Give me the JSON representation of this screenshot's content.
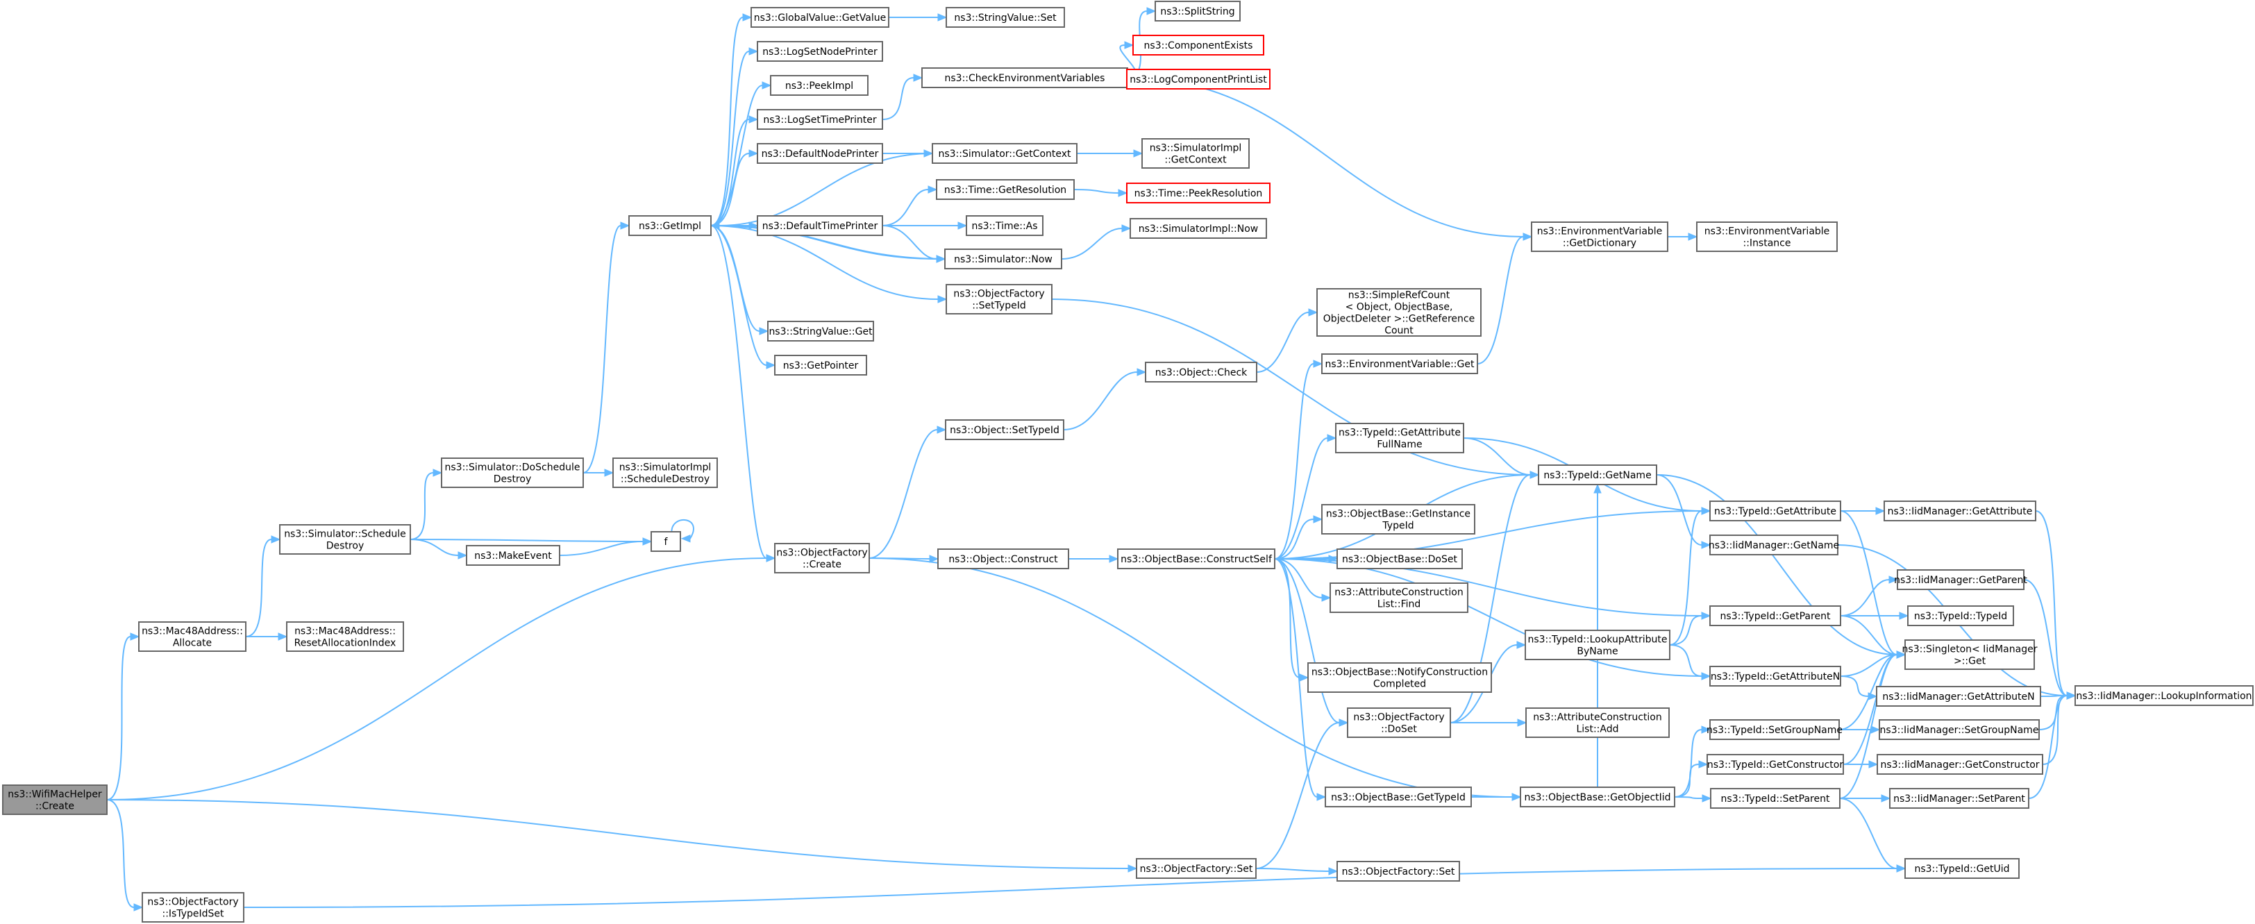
{
  "colors": {
    "edge": "#63b8ff",
    "node_border": "#666666",
    "node_fill": "#ffffff",
    "root_fill": "#999999",
    "truncated_border": "#ff0000"
  },
  "nodes": [
    {
      "id": "root",
      "lines": [
        "ns3::WifiMacHelper",
        "::Create"
      ],
      "style": "root"
    },
    {
      "id": "mac48alloc",
      "lines": [
        "ns3::Mac48Address::",
        "Allocate"
      ]
    },
    {
      "id": "mac48reset",
      "lines": [
        "ns3::Mac48Address::",
        "ResetAllocationIndex"
      ]
    },
    {
      "id": "ofIsTypeIdSet",
      "lines": [
        "ns3::ObjectFactory",
        "::IsTypeIdSet"
      ]
    },
    {
      "id": "schedDestroy",
      "lines": [
        "ns3::Simulator::Schedule",
        "Destroy"
      ]
    },
    {
      "id": "doSchedDestroy",
      "lines": [
        "ns3::Simulator::DoSchedule",
        "Destroy"
      ]
    },
    {
      "id": "simImplSchedDestroy",
      "lines": [
        "ns3::SimulatorImpl",
        "::ScheduleDestroy"
      ]
    },
    {
      "id": "makeEvent",
      "lines": [
        "ns3::MakeEvent"
      ]
    },
    {
      "id": "f",
      "lines": [
        "f"
      ]
    },
    {
      "id": "getImpl",
      "lines": [
        "ns3::GetImpl"
      ]
    },
    {
      "id": "gvGetValue",
      "lines": [
        "ns3::GlobalValue::GetValue"
      ]
    },
    {
      "id": "svSet",
      "lines": [
        "ns3::StringValue::Set"
      ]
    },
    {
      "id": "logSetNodePrinter",
      "lines": [
        "ns3::LogSetNodePrinter"
      ]
    },
    {
      "id": "peekImpl",
      "lines": [
        "ns3::PeekImpl"
      ]
    },
    {
      "id": "logSetTimePrinter",
      "lines": [
        "ns3::LogSetTimePrinter"
      ]
    },
    {
      "id": "defNodePrinter",
      "lines": [
        "ns3::DefaultNodePrinter"
      ]
    },
    {
      "id": "defTimePrinter",
      "lines": [
        "ns3::DefaultTimePrinter"
      ]
    },
    {
      "id": "ofSetTypeId",
      "lines": [
        "ns3::ObjectFactory",
        "::SetTypeId"
      ]
    },
    {
      "id": "svGet",
      "lines": [
        "ns3::StringValue::Get"
      ]
    },
    {
      "id": "getPointer",
      "lines": [
        "ns3::GetPointer"
      ]
    },
    {
      "id": "checkEnvVars",
      "lines": [
        "ns3::CheckEnvironmentVariables"
      ]
    },
    {
      "id": "splitString",
      "lines": [
        "ns3::SplitString"
      ]
    },
    {
      "id": "compExists",
      "lines": [
        "ns3::ComponentExists"
      ],
      "style": "trunc"
    },
    {
      "id": "logCompPrintList",
      "lines": [
        "ns3::LogComponentPrintList"
      ],
      "style": "trunc"
    },
    {
      "id": "simGetContext",
      "lines": [
        "ns3::Simulator::GetContext"
      ]
    },
    {
      "id": "simImplGetContext",
      "lines": [
        "ns3::SimulatorImpl",
        "::GetContext"
      ]
    },
    {
      "id": "timeGetRes",
      "lines": [
        "ns3::Time::GetResolution"
      ]
    },
    {
      "id": "timePeekRes",
      "lines": [
        "ns3::Time::PeekResolution"
      ],
      "style": "trunc"
    },
    {
      "id": "timeAs",
      "lines": [
        "ns3::Time::As"
      ]
    },
    {
      "id": "simNow",
      "lines": [
        "ns3::Simulator::Now"
      ]
    },
    {
      "id": "simImplNow",
      "lines": [
        "ns3::SimulatorImpl::Now"
      ]
    },
    {
      "id": "envVarGetDict",
      "lines": [
        "ns3::EnvironmentVariable",
        "::GetDictionary"
      ]
    },
    {
      "id": "envVarInstance",
      "lines": [
        "ns3::EnvironmentVariable",
        "::Instance"
      ]
    },
    {
      "id": "ofCreate",
      "lines": [
        "ns3::ObjectFactory",
        "::Create"
      ]
    },
    {
      "id": "objSetTypeId",
      "lines": [
        "ns3::Object::SetTypeId"
      ]
    },
    {
      "id": "objCheck",
      "lines": [
        "ns3::Object::Check"
      ]
    },
    {
      "id": "simpleRefCount",
      "lines": [
        "ns3::SimpleRefCount",
        "< Object, ObjectBase,",
        "ObjectDeleter >::GetReference",
        "Count"
      ]
    },
    {
      "id": "objConstruct",
      "lines": [
        "ns3::Object::Construct"
      ]
    },
    {
      "id": "obConstructSelf",
      "lines": [
        "ns3::ObjectBase::ConstructSelf"
      ]
    },
    {
      "id": "envVarGet",
      "lines": [
        "ns3::EnvironmentVariable::Get"
      ]
    },
    {
      "id": "tidGetAttrFullName",
      "lines": [
        "ns3::TypeId::GetAttribute",
        "FullName"
      ]
    },
    {
      "id": "obGetInstTypeId",
      "lines": [
        "ns3::ObjectBase::GetInstance",
        "TypeId"
      ]
    },
    {
      "id": "obDoSet",
      "lines": [
        "ns3::ObjectBase::DoSet"
      ]
    },
    {
      "id": "acListFind",
      "lines": [
        "ns3::AttributeConstruction",
        "List::Find"
      ]
    },
    {
      "id": "obNotifyConstCompleted",
      "lines": [
        "ns3::ObjectBase::NotifyConstruction",
        "Completed"
      ]
    },
    {
      "id": "ofDoSet",
      "lines": [
        "ns3::ObjectFactory",
        "::DoSet"
      ]
    },
    {
      "id": "obGetTypeId",
      "lines": [
        "ns3::ObjectBase::GetTypeId"
      ]
    },
    {
      "id": "tidGetName",
      "lines": [
        "ns3::TypeId::GetName"
      ]
    },
    {
      "id": "tidLookupAttrByName",
      "lines": [
        "ns3::TypeId::LookupAttribute",
        "ByName"
      ]
    },
    {
      "id": "acListAdd",
      "lines": [
        "ns3::AttributeConstruction",
        "List::Add"
      ]
    },
    {
      "id": "obGetObjectIid",
      "lines": [
        "ns3::ObjectBase::GetObjectIid"
      ]
    },
    {
      "id": "ofSet",
      "lines": [
        "ns3::ObjectFactory::Set"
      ]
    },
    {
      "id": "ofSet2",
      "lines": [
        "ns3::ObjectFactory::Set"
      ]
    },
    {
      "id": "tidGetAttribute",
      "lines": [
        "ns3::TypeId::GetAttribute"
      ]
    },
    {
      "id": "iidGetName",
      "lines": [
        "ns3::IidManager::GetName"
      ]
    },
    {
      "id": "tidGetParent",
      "lines": [
        "ns3::TypeId::GetParent"
      ]
    },
    {
      "id": "tidGetAttributeN",
      "lines": [
        "ns3::TypeId::GetAttributeN"
      ]
    },
    {
      "id": "tidSetGroupName",
      "lines": [
        "ns3::TypeId::SetGroupName"
      ]
    },
    {
      "id": "tidGetConstructor",
      "lines": [
        "ns3::TypeId::GetConstructor"
      ]
    },
    {
      "id": "tidSetParent",
      "lines": [
        "ns3::TypeId::SetParent"
      ]
    },
    {
      "id": "iidGetAttribute",
      "lines": [
        "ns3::IidManager::GetAttribute"
      ]
    },
    {
      "id": "iidGetParent",
      "lines": [
        "ns3::IidManager::GetParent"
      ]
    },
    {
      "id": "tidTypeId",
      "lines": [
        "ns3::TypeId::TypeId"
      ]
    },
    {
      "id": "singletonGet",
      "lines": [
        "ns3::Singleton< IidManager",
        ">::Get"
      ]
    },
    {
      "id": "iidGetAttributeN",
      "lines": [
        "ns3::IidManager::GetAttributeN"
      ]
    },
    {
      "id": "iidSetGroupName",
      "lines": [
        "ns3::IidManager::SetGroupName"
      ]
    },
    {
      "id": "iidGetConstructor",
      "lines": [
        "ns3::IidManager::GetConstructor"
      ]
    },
    {
      "id": "iidSetParent",
      "lines": [
        "ns3::IidManager::SetParent"
      ]
    },
    {
      "id": "tidGetUid",
      "lines": [
        "ns3::TypeId::GetUid"
      ]
    },
    {
      "id": "iidLookupInfo",
      "lines": [
        "ns3::IidManager::LookupInformation"
      ]
    }
  ],
  "edges": [
    [
      "root",
      "mac48alloc"
    ],
    [
      "root",
      "ofCreate"
    ],
    [
      "root",
      "ofSet"
    ],
    [
      "root",
      "ofIsTypeIdSet"
    ],
    [
      "mac48alloc",
      "schedDestroy"
    ],
    [
      "mac48alloc",
      "mac48reset"
    ],
    [
      "schedDestroy",
      "doSchedDestroy"
    ],
    [
      "schedDestroy",
      "f"
    ],
    [
      "schedDestroy",
      "makeEvent"
    ],
    [
      "makeEvent",
      "f"
    ],
    [
      "f",
      "f"
    ],
    [
      "doSchedDestroy",
      "getImpl"
    ],
    [
      "doSchedDestroy",
      "simImplSchedDestroy"
    ],
    [
      "getImpl",
      "gvGetValue"
    ],
    [
      "getImpl",
      "logSetNodePrinter"
    ],
    [
      "getImpl",
      "peekImpl"
    ],
    [
      "getImpl",
      "logSetTimePrinter"
    ],
    [
      "getImpl",
      "defNodePrinter"
    ],
    [
      "getImpl",
      "defTimePrinter"
    ],
    [
      "getImpl",
      "simNow"
    ],
    [
      "getImpl",
      "ofSetTypeId"
    ],
    [
      "getImpl",
      "svGet"
    ],
    [
      "getImpl",
      "getPointer"
    ],
    [
      "getImpl",
      "ofCreate"
    ],
    [
      "gvGetValue",
      "svSet"
    ],
    [
      "logSetTimePrinter",
      "checkEnvVars"
    ],
    [
      "checkEnvVars",
      "splitString"
    ],
    [
      "checkEnvVars",
      "compExists"
    ],
    [
      "checkEnvVars",
      "logCompPrintList"
    ],
    [
      "checkEnvVars",
      "envVarGetDict"
    ],
    [
      "defNodePrinter",
      "simGetContext"
    ],
    [
      "simGetContext",
      "simImplGetContext"
    ],
    [
      "simGetContext",
      "getImpl"
    ],
    [
      "defTimePrinter",
      "timeGetRes"
    ],
    [
      "defTimePrinter",
      "timeAs"
    ],
    [
      "defTimePrinter",
      "simNow"
    ],
    [
      "timeGetRes",
      "timePeekRes"
    ],
    [
      "simNow",
      "simImplNow"
    ],
    [
      "simNow",
      "getImpl"
    ],
    [
      "ofSetTypeId",
      "tidGetName"
    ],
    [
      "envVarGetDict",
      "envVarInstance"
    ],
    [
      "ofCreate",
      "objSetTypeId"
    ],
    [
      "ofCreate",
      "objConstruct"
    ],
    [
      "ofCreate",
      "obGetObjectIid"
    ],
    [
      "objSetTypeId",
      "objCheck"
    ],
    [
      "objCheck",
      "simpleRefCount"
    ],
    [
      "objConstruct",
      "obConstructSelf"
    ],
    [
      "obConstructSelf",
      "envVarGet"
    ],
    [
      "obConstructSelf",
      "tidGetAttrFullName"
    ],
    [
      "obConstructSelf",
      "obGetInstTypeId"
    ],
    [
      "obConstructSelf",
      "obDoSet"
    ],
    [
      "obConstructSelf",
      "acListFind"
    ],
    [
      "obConstructSelf",
      "obNotifyConstCompleted"
    ],
    [
      "obConstructSelf",
      "ofDoSet"
    ],
    [
      "obConstructSelf",
      "obGetTypeId"
    ],
    [
      "obConstructSelf",
      "tidGetName"
    ],
    [
      "obConstructSelf",
      "tidGetAttribute"
    ],
    [
      "obConstructSelf",
      "tidGetParent"
    ],
    [
      "obConstructSelf",
      "tidGetAttributeN"
    ],
    [
      "envVarGet",
      "envVarGetDict"
    ],
    [
      "tidGetAttrFullName",
      "tidGetName"
    ],
    [
      "tidGetAttrFullName",
      "tidGetAttribute"
    ],
    [
      "ofDoSet",
      "tidLookupAttrByName"
    ],
    [
      "ofDoSet",
      "acListAdd"
    ],
    [
      "ofDoSet",
      "tidGetName"
    ],
    [
      "obGetTypeId",
      "obGetObjectIid"
    ],
    [
      "obGetObjectIid",
      "tidSetGroupName"
    ],
    [
      "obGetObjectIid",
      "tidGetConstructor"
    ],
    [
      "obGetObjectIid",
      "tidSetParent"
    ],
    [
      "obGetObjectIid",
      "tidGetName"
    ],
    [
      "tidGetName",
      "iidGetName"
    ],
    [
      "tidGetName",
      "singletonGet"
    ],
    [
      "tidLookupAttrByName",
      "tidGetAttribute"
    ],
    [
      "tidLookupAttrByName",
      "tidGetParent"
    ],
    [
      "tidLookupAttrByName",
      "tidGetAttributeN"
    ],
    [
      "ofSet",
      "ofDoSet"
    ],
    [
      "ofSet",
      "ofSet2"
    ],
    [
      "tidGetAttribute",
      "iidGetAttribute"
    ],
    [
      "tidGetAttribute",
      "singletonGet"
    ],
    [
      "iidGetName",
      "iidLookupInfo"
    ],
    [
      "tidGetParent",
      "iidGetParent"
    ],
    [
      "tidGetParent",
      "tidTypeId"
    ],
    [
      "tidGetParent",
      "singletonGet"
    ],
    [
      "tidGetAttributeN",
      "iidGetAttributeN"
    ],
    [
      "tidGetAttributeN",
      "singletonGet"
    ],
    [
      "tidSetGroupName",
      "iidSetGroupName"
    ],
    [
      "tidSetGroupName",
      "singletonGet"
    ],
    [
      "tidGetConstructor",
      "iidGetConstructor"
    ],
    [
      "tidGetConstructor",
      "singletonGet"
    ],
    [
      "tidSetParent",
      "iidSetParent"
    ],
    [
      "tidSetParent",
      "singletonGet"
    ],
    [
      "tidSetParent",
      "tidGetUid"
    ],
    [
      "iidGetAttribute",
      "iidLookupInfo"
    ],
    [
      "iidGetParent",
      "iidLookupInfo"
    ],
    [
      "iidGetAttributeN",
      "iidLookupInfo"
    ],
    [
      "iidSetGroupName",
      "iidLookupInfo"
    ],
    [
      "iidGetConstructor",
      "iidLookupInfo"
    ],
    [
      "iidSetParent",
      "iidLookupInfo"
    ],
    [
      "ofIsTypeIdSet",
      "tidGetUid"
    ]
  ]
}
